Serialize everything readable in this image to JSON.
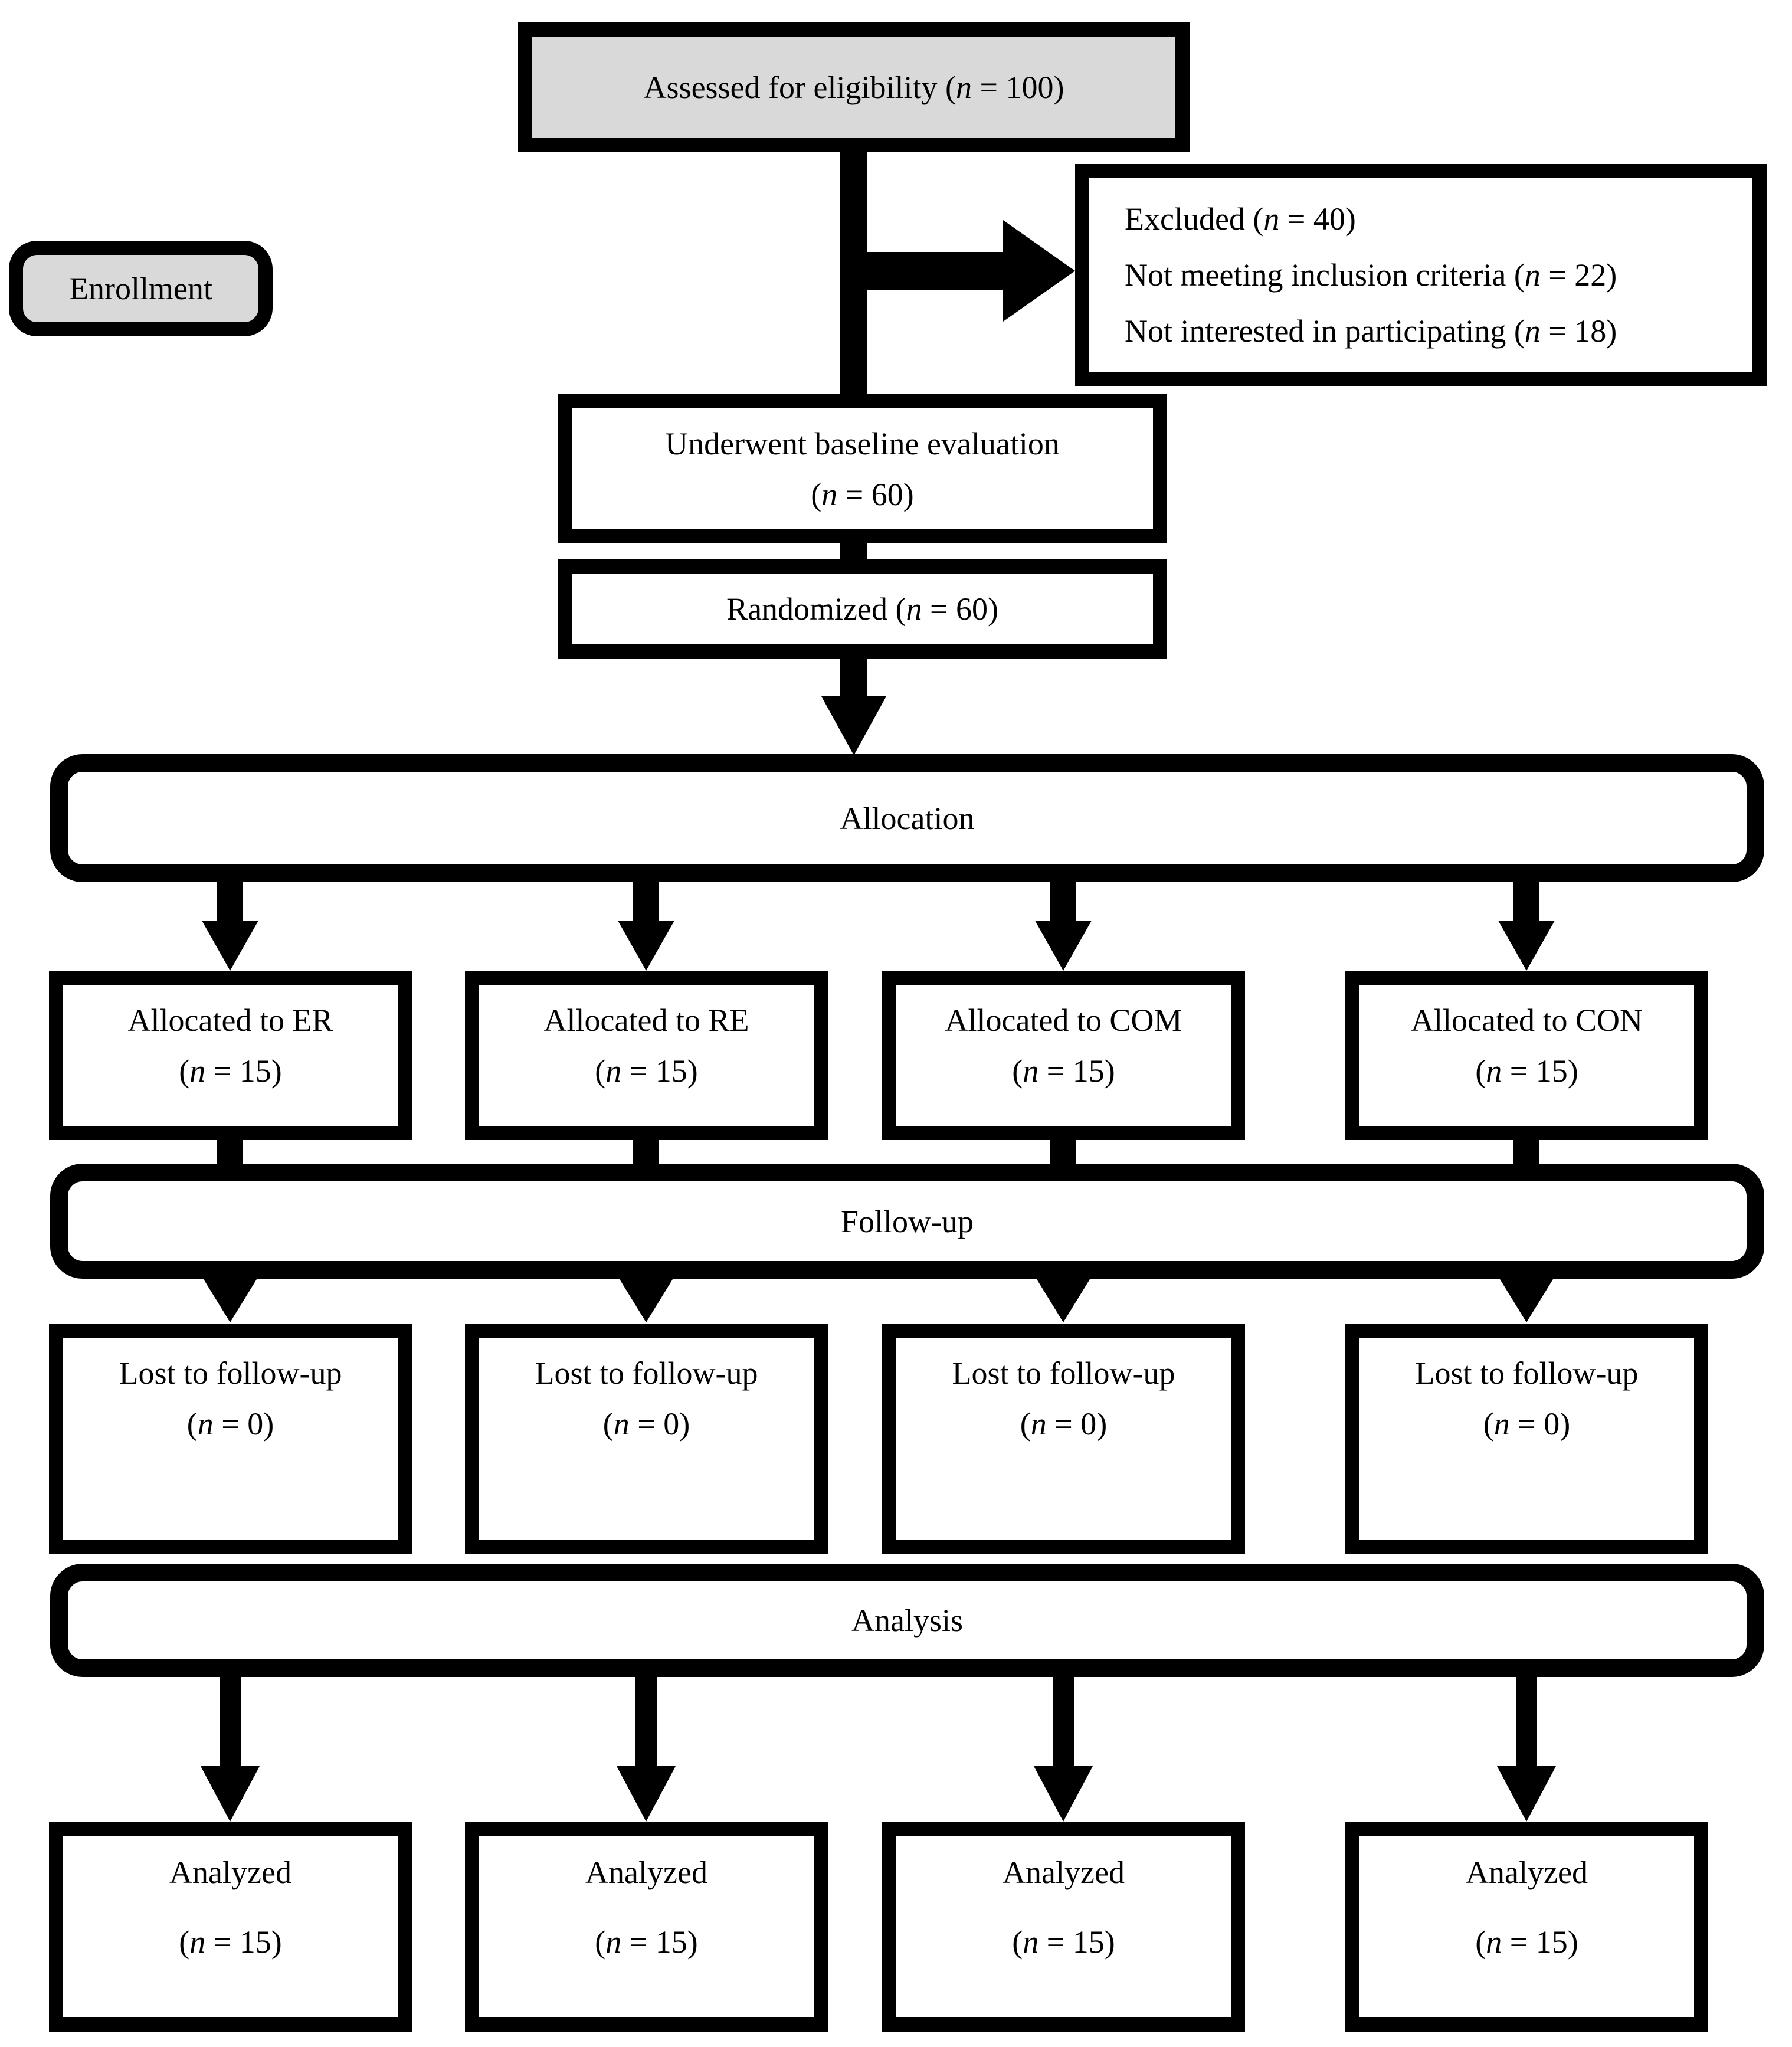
{
  "title": "CONSORT participant flow diagram",
  "colors": {
    "gray_fill": "#d9d9d9",
    "white_fill": "#ffffff",
    "line": "#000000"
  },
  "enrollment": {
    "label": "Enrollment"
  },
  "assessed": {
    "text": "Assessed for eligibility (n = 100)"
  },
  "excluded": {
    "lines": [
      "Excluded (n = 40)",
      "Not meeting inclusion criteria (n = 22)",
      "Not interested in participating (n = 18)"
    ]
  },
  "baseline": {
    "line1": "Underwent baseline evaluation",
    "line2": "(n = 60)"
  },
  "randomized": {
    "text": "Randomized (n = 60)"
  },
  "bars": {
    "allocation": "Allocation",
    "followup": "Follow-up",
    "analysis": "Analysis"
  },
  "allocated": [
    {
      "line1": "Allocated to ER",
      "line2": "(n = 15)"
    },
    {
      "line1": "Allocated to RE",
      "line2": "(n = 15)"
    },
    {
      "line1": "Allocated to COM",
      "line2": "(n = 15)"
    },
    {
      "line1": "Allocated to CON",
      "line2": "(n = 15)"
    }
  ],
  "lost": [
    {
      "line1": "Lost to follow-up",
      "line2": "(n = 0)"
    },
    {
      "line1": "Lost to follow-up",
      "line2": "(n = 0)"
    },
    {
      "line1": "Lost to follow-up",
      "line2": "(n = 0)"
    },
    {
      "line1": "Lost to follow-up",
      "line2": "(n = 0)"
    }
  ],
  "analyzed": [
    {
      "line1": "Analyzed",
      "line2": "(n = 15)"
    },
    {
      "line1": "Analyzed",
      "line2": "(n = 15)"
    },
    {
      "line1": "Analyzed",
      "line2": "(n = 15)"
    },
    {
      "line1": "Analyzed",
      "line2": "(n = 15)"
    }
  ]
}
